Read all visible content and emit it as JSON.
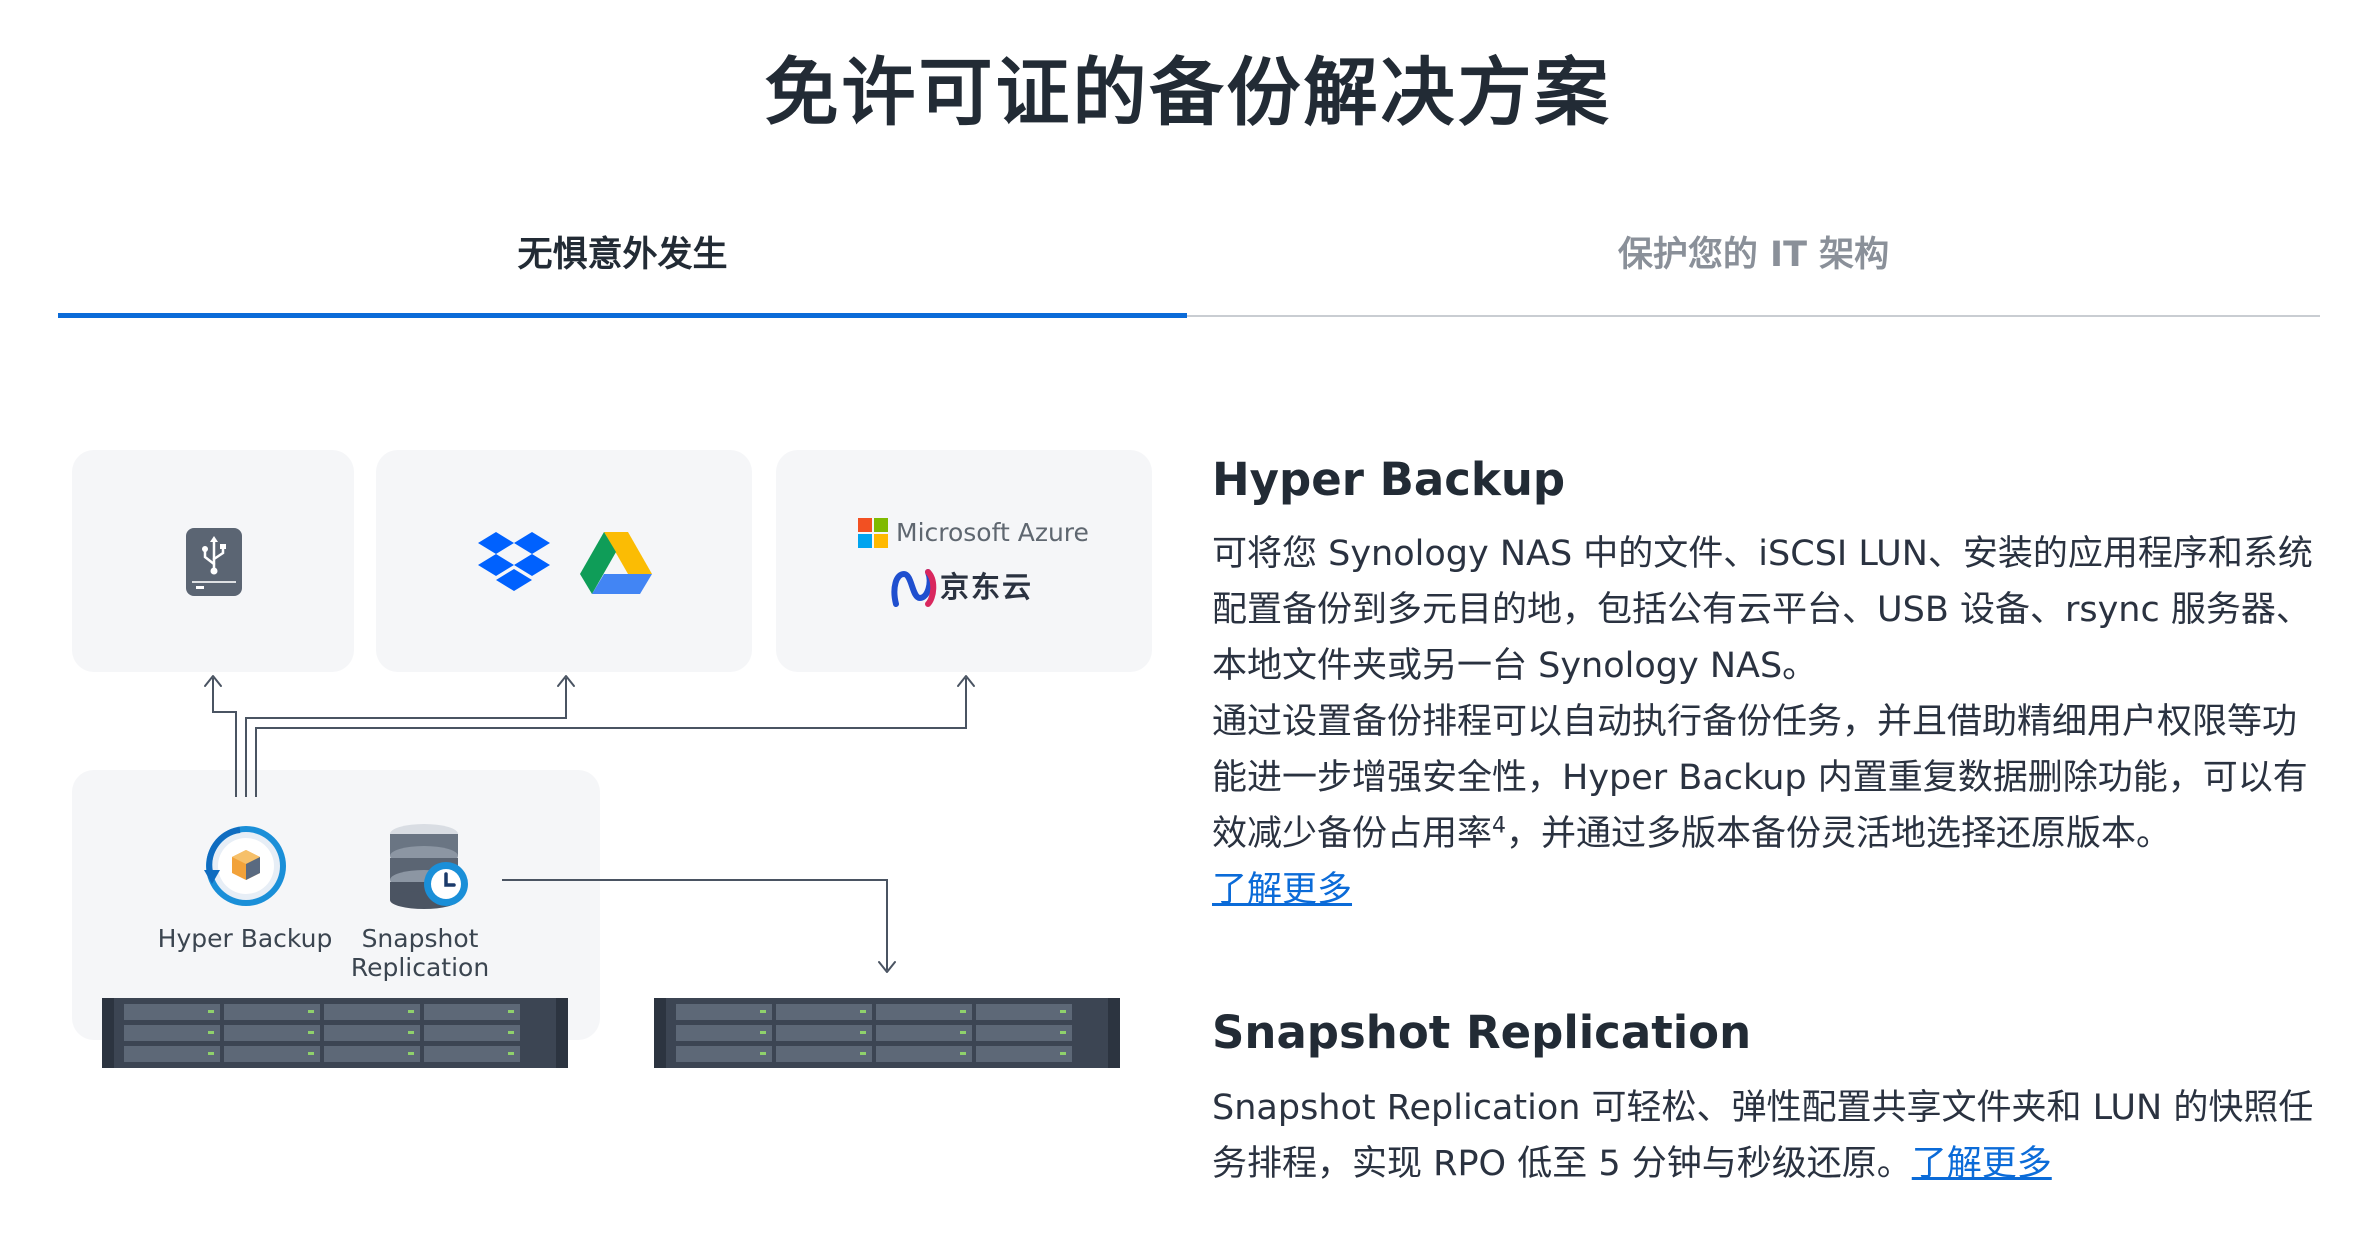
{
  "page_title": "免许可证的备份解决方案",
  "tabs": [
    {
      "label": "无惧意外发生",
      "active": true
    },
    {
      "label": "保护您的 IT 架构",
      "active": false
    }
  ],
  "colors": {
    "accent": "#0b6bd8",
    "title": "#222b35",
    "inactive_tab": "#8a9099",
    "card_bg": "#f5f6f8"
  },
  "diagram": {
    "destinations": {
      "usb": {
        "icon": "usb-drive-icon"
      },
      "cloud": {
        "icons": [
          "dropbox-icon",
          "google-drive-icon"
        ]
      },
      "azure": {
        "label": "Microsoft Azure",
        "jd_label": "京东云",
        "icons": [
          "microsoft-logo-icon",
          "jd-cloud-logo-icon"
        ]
      }
    },
    "apps": {
      "hyper_backup": {
        "label": "Hyper Backup",
        "icon": "hyper-backup-icon"
      },
      "snapshot_line1": "Snapshot",
      "snapshot_line2": "Replication",
      "snapshot_icon": "snapshot-replication-icon"
    },
    "devices": [
      "nas-rack-icon",
      "nas-rack-icon"
    ]
  },
  "sections": {
    "hyper_backup": {
      "title": "Hyper Backup",
      "p1": "可将您 Synology NAS 中的文件、iSCSI LUN、安装的应用程序和系统配置备份到多元目的地，包括公有云平台、USB 设备、rsync 服务器、本地文件夹或另一台 Synology NAS。",
      "p2_a": "通过设置备份排程可以自动执行备份任务，并且借助精细用户权限等功能进一步增强安全性，Hyper Backup 内置重复数据删除功能，可以有效减少备份占用率",
      "p2_sup": "4",
      "p2_b": "，并通过多版本备份灵活地选择还原版本。",
      "link": "了解更多"
    },
    "snapshot": {
      "title": "Snapshot Replication",
      "text": "Snapshot Replication 可轻松、弹性配置共享文件夹和 LUN 的快照任务排程，实现 RPO 低至 5 分钟与秒级还原。",
      "link": "了解更多"
    }
  }
}
